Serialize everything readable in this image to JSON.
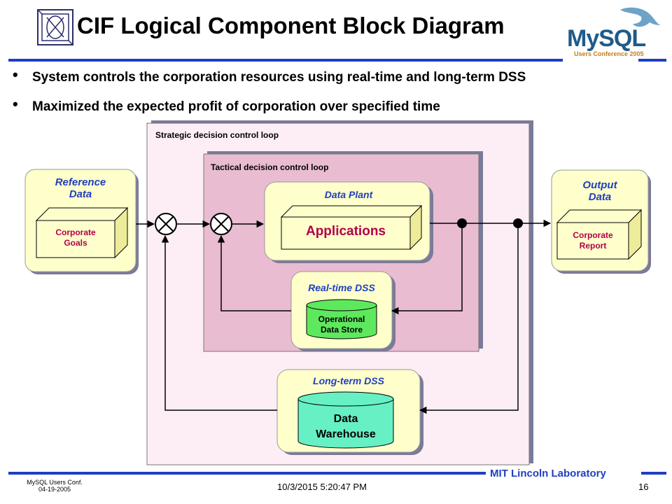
{
  "slide": {
    "title": "CIF Logical Component Block Diagram",
    "bullets": [
      "System controls the corporation resources using real-time and long-term DSS",
      "Maximized the expected profit of corporation over specified time"
    ]
  },
  "brand": {
    "logo_text": "MySQL",
    "logo_subtext": "Users Conference 2005"
  },
  "diagram": {
    "strategic_loop_label": "Strategic decision control loop",
    "tactical_loop_label": "Tactical decision control loop",
    "reference": {
      "title_line1": "Reference",
      "title_line2": "Data",
      "box_line1": "Corporate",
      "box_line2": "Goals"
    },
    "output": {
      "title_line1": "Output",
      "title_line2": "Data",
      "box_line1": "Corporate",
      "box_line2": "Report"
    },
    "data_plant": {
      "title": "Data Plant",
      "box_label": "Applications"
    },
    "realtime_dss": {
      "title": "Real-time DSS",
      "cyl_line1": "Operational",
      "cyl_line2": "Data Store"
    },
    "longterm_dss": {
      "title": "Long-term DSS",
      "cyl_line1": "Data",
      "cyl_line2": "Warehouse"
    }
  },
  "footer": {
    "conf_line1": "MySQL Users Conf.",
    "conf_line2": "04-19-2005",
    "timestamp": "10/3/2015 5:20:47 PM",
    "page_number": "16",
    "lab_name": "MIT Lincoln Laboratory"
  },
  "colors": {
    "rule_blue": "#1f3fbf",
    "strategic_bg": "#fdeef5",
    "tactical_bg": "#e9bcd2",
    "block_fill": "#ffffcc",
    "operational_cyl": "#5ee85e",
    "warehouse_cyl": "#66f0c4",
    "heading_blue": "#1f3fbf",
    "label_red": "#b0004a"
  }
}
